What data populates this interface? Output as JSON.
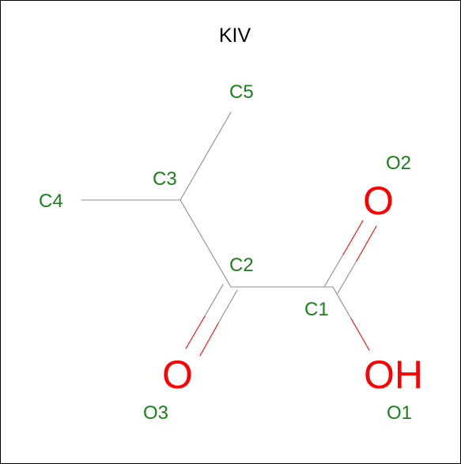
{
  "title": "KIV",
  "colors": {
    "background": "#ffffff",
    "frame": "#000000",
    "carbon_bond": "#8c8c8c",
    "oxygen": "#ff0000",
    "atom_label": "#1a7f1a",
    "title": "#000000"
  },
  "atoms": {
    "c1": {
      "label": "C1"
    },
    "c2": {
      "label": "C2"
    },
    "c3": {
      "label": "C3"
    },
    "c4": {
      "label": "C4"
    },
    "c5": {
      "label": "C5"
    },
    "o1": {
      "label": "O1",
      "symbol": "OH"
    },
    "o2": {
      "label": "O2",
      "symbol": "O"
    },
    "o3": {
      "label": "O3",
      "symbol": "O"
    }
  },
  "bonds": [
    {
      "from": "C2",
      "to": "C1",
      "order": 1
    },
    {
      "from": "C2",
      "to": "C3",
      "order": 1
    },
    {
      "from": "C3",
      "to": "C4",
      "order": 1
    },
    {
      "from": "C3",
      "to": "C5",
      "order": 1
    },
    {
      "from": "C1",
      "to": "O1",
      "order": 1
    },
    {
      "from": "C1",
      "to": "O2",
      "order": 2
    },
    {
      "from": "C2",
      "to": "O3",
      "order": 2
    }
  ]
}
